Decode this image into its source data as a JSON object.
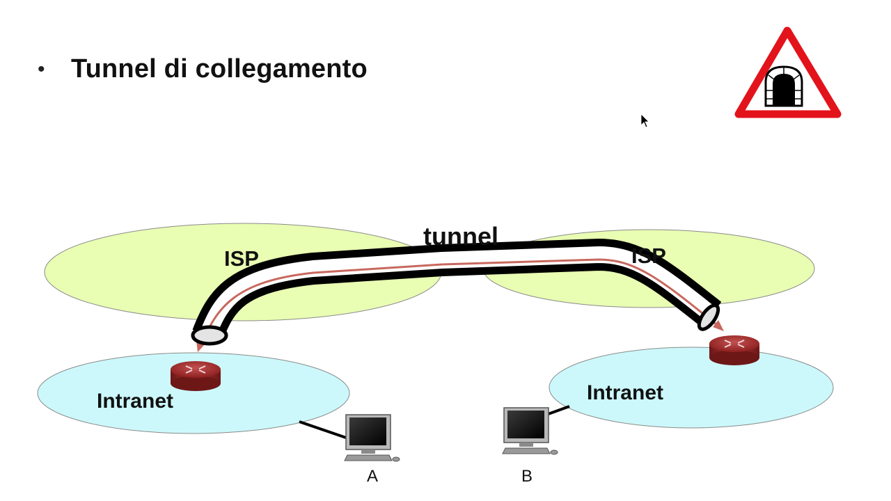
{
  "slide": {
    "bullet": "•",
    "title": "Tunnel di collegamento"
  },
  "diagram": {
    "tunnel_label": "tunnel",
    "isp_left_label": "ISP",
    "isp_right_label": "ISP",
    "intranet_left_label": "Intranet",
    "intranet_right_label": "Intranet",
    "host_a_label": "A",
    "host_b_label": "B"
  },
  "colors": {
    "isp_fill": "#e9fdb3",
    "intranet_fill": "#ccf8fb",
    "tunnel_stroke": "#000000",
    "path_stroke": "#c8685e",
    "router_fill": "#9e2a2a",
    "sign_red": "#e3131b"
  },
  "icons": {
    "warning_sign": "tunnel-warning-sign-icon",
    "router": "router-icon",
    "computer": "computer-icon",
    "cursor": "mouse-pointer-icon"
  }
}
